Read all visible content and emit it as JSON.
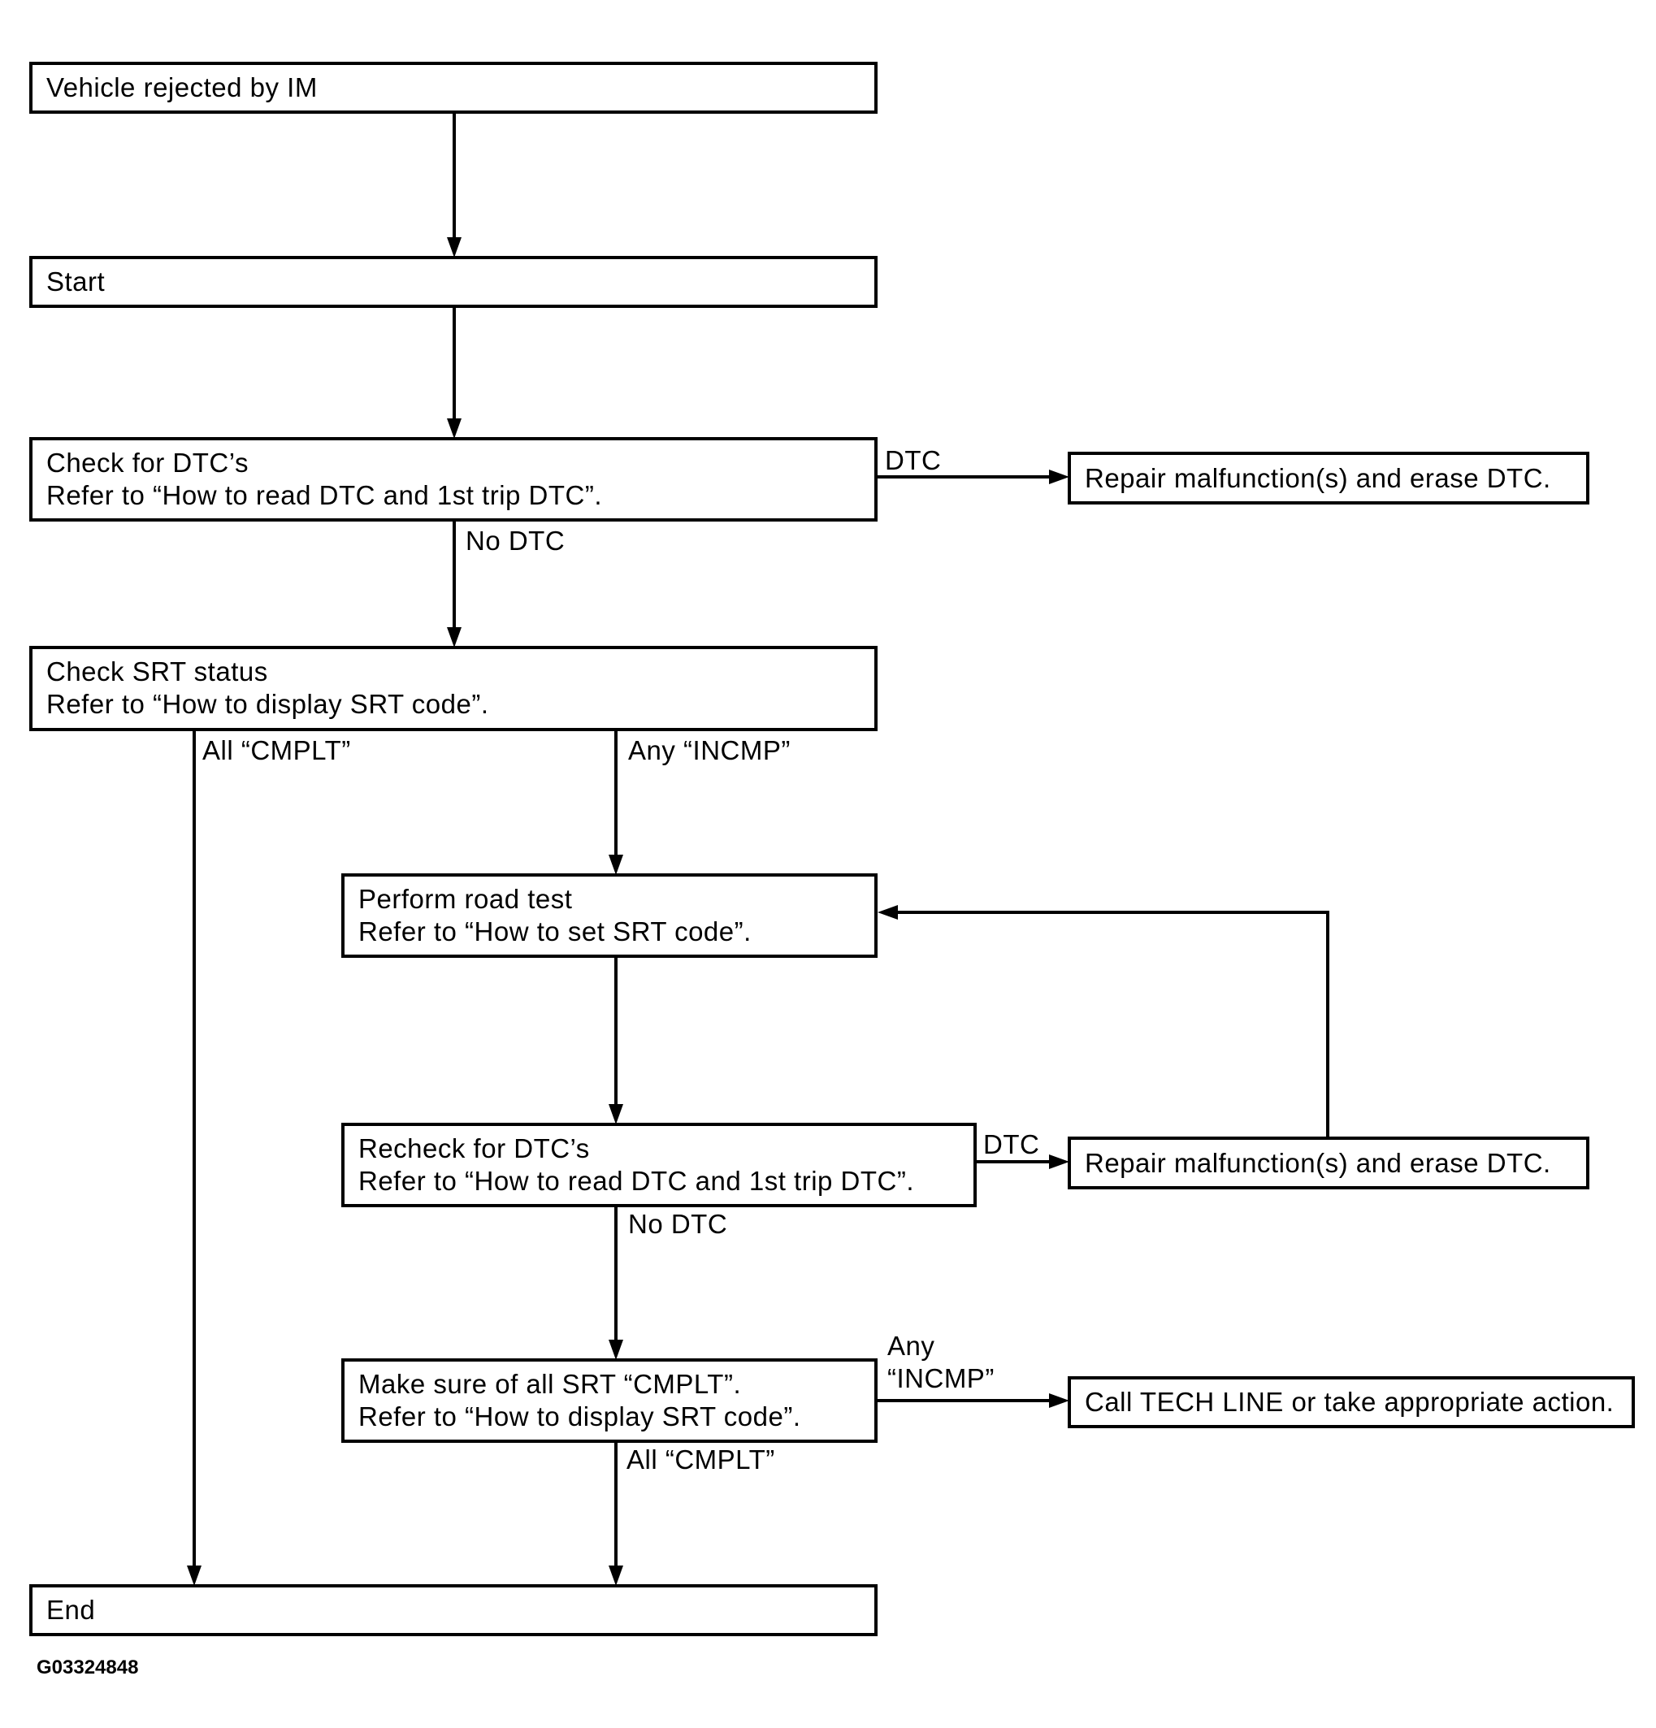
{
  "figure_code": "G03324848",
  "nodes": {
    "rejected": [
      "Vehicle rejected by IM"
    ],
    "start": [
      "Start"
    ],
    "check_dtc": [
      "Check for DTC’s",
      "Refer to “How to read DTC and 1st trip DTC”."
    ],
    "repair_1": [
      "Repair malfunction(s) and erase DTC."
    ],
    "check_srt": [
      "Check SRT status",
      "Refer to “How to display SRT code”."
    ],
    "road_test": [
      "Perform road test",
      "Refer to “How to set SRT code”."
    ],
    "recheck_dtc": [
      "Recheck for DTC’s",
      "Refer to “How to read DTC and 1st trip DTC”."
    ],
    "repair_2": [
      "Repair malfunction(s) and erase DTC."
    ],
    "make_sure": [
      "Make sure of all SRT “CMPLT”.",
      "Refer to “How to display SRT code”."
    ],
    "call_tech": [
      "Call TECH LINE or take appropriate action."
    ],
    "end": [
      "End"
    ]
  },
  "edge_labels": {
    "dtc_1": "DTC",
    "no_dtc_1": "No DTC",
    "all_cmplt_1": "All “CMPLT”",
    "any_incmp_1": "Any “INCMP”",
    "dtc_2": "DTC",
    "no_dtc_2": "No DTC",
    "any_incmp_2a": "Any",
    "any_incmp_2b": "“INCMP”",
    "all_cmplt_2": "All “CMPLT”"
  }
}
